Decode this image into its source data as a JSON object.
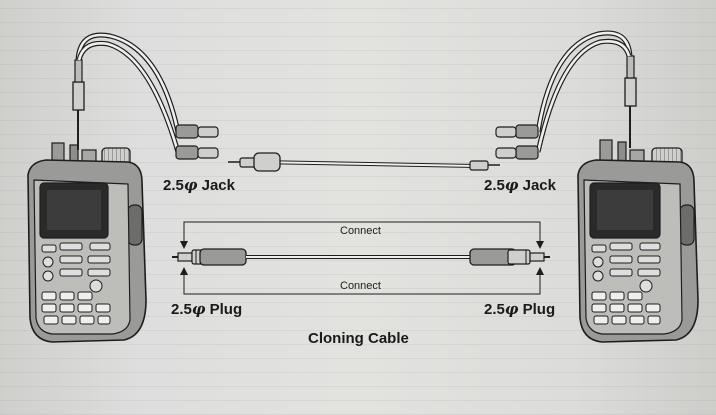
{
  "labels": {
    "jack_left": {
      "size": "2.5",
      "symbol": "φ",
      "name": "Jack"
    },
    "jack_right": {
      "size": "2.5",
      "symbol": "φ",
      "name": "Jack"
    },
    "plug_left": {
      "size": "2.5",
      "symbol": "φ",
      "name": "Plug"
    },
    "plug_right": {
      "size": "2.5",
      "symbol": "φ",
      "name": "Plug"
    },
    "connect_top": "Connect",
    "connect_bottom": "Connect",
    "caption": "Cloning Cable"
  },
  "colors": {
    "line": "#1e1e1e",
    "radio_body": "#9a9a98",
    "radio_face": "#bdbdba",
    "screen": "#2a2a2a",
    "cable_fill": "#efefee"
  }
}
